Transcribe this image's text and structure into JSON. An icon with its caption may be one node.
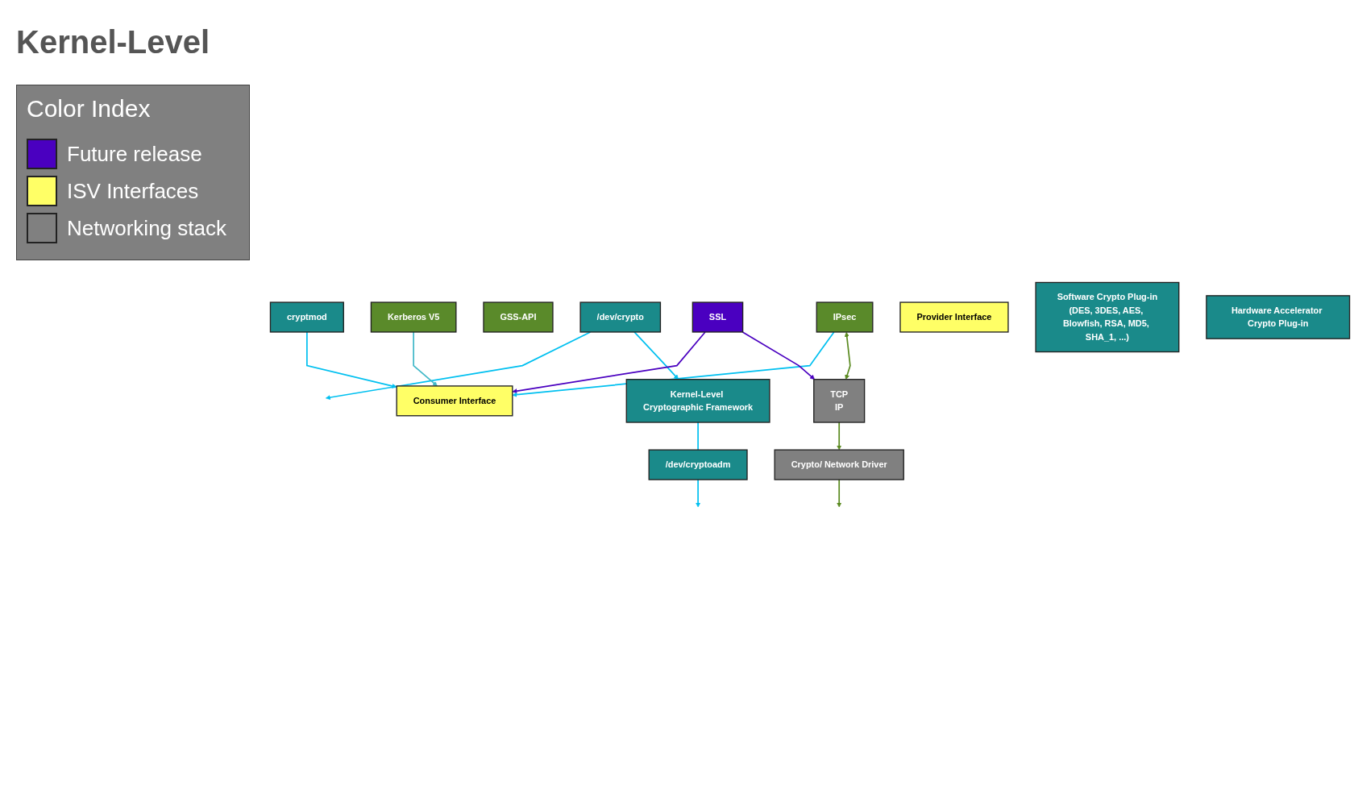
{
  "diagram": {
    "nodes": [
      {
        "text": [
          "/dev/cryptoadm"
        ]
      },
      {
        "text": [
          "/dev/crypto"
        ]
      },
      {
        "text": [
          "cryptmod"
        ]
      },
      {
        "text": [
          "GSS-API"
        ]
      },
      {
        "text": [
          "Kerberos V5"
        ]
      },
      {
        "text": [
          "SSL"
        ]
      },
      {
        "text": [
          "TCP",
          "IP"
        ]
      },
      {
        "text": [
          "IPsec"
        ]
      },
      {
        "text": [
          "Consumer Interface"
        ]
      },
      {
        "text": [
          "Kernel-Level Cryptographic Framework"
        ]
      },
      {
        "text": [
          "Provider Interface"
        ]
      },
      {
        "text": [
          "Software Crypto Plug-in",
          "(DES, 3DES, AES, Blowfish, RSA, MD5, SHA_1, ...)"
        ]
      },
      {
        "text": [
          "Hardware Accelerator Crypto Plug-in"
        ]
      },
      {
        "text": [
          "Crypto/ Network Driver"
        ]
      }
    ],
    "edges": [
      {
        "from": 9,
        "to": 0,
        "arrow": "none"
      },
      {
        "from": 0,
        "to": null,
        "arrow": "to"
      },
      {
        "from": 1,
        "to": null,
        "arrow": "to"
      },
      {
        "from": 1,
        "to": 9,
        "arrow": "to"
      },
      {
        "from": 2,
        "to": 8,
        "arrow": "to"
      },
      {
        "from": 4,
        "to": 8,
        "arrow": "to",
        "color": "#40b8c8"
      },
      {
        "from": 5,
        "to": 8,
        "arrow": "to",
        "color": "#4a00c0"
      },
      {
        "from": 7,
        "to": 8,
        "arrow": "to"
      },
      {
        "from": 5,
        "to": 6,
        "arrow": "to",
        "color": "#4a00c0"
      },
      {
        "from": 7,
        "to": 6,
        "arrow": "both",
        "color": "#5a8a20"
      },
      {
        "from": 6,
        "to": 13,
        "arrow": "to",
        "color": "#5a8a20"
      },
      {
        "from": 13,
        "to": null,
        "arrow": "to",
        "color": "#5a8a20"
      }
    ],
    "labels": [
      "Kernel-Level",
      "Color Index"
    ],
    "legend": [
      {
        "text": "Future release",
        "color": "#4a00c0"
      },
      {
        "text": "ISV Interfaces",
        "color": "#ffff66"
      },
      {
        "text": "Networking stack",
        "color": "#808080"
      }
    ]
  }
}
